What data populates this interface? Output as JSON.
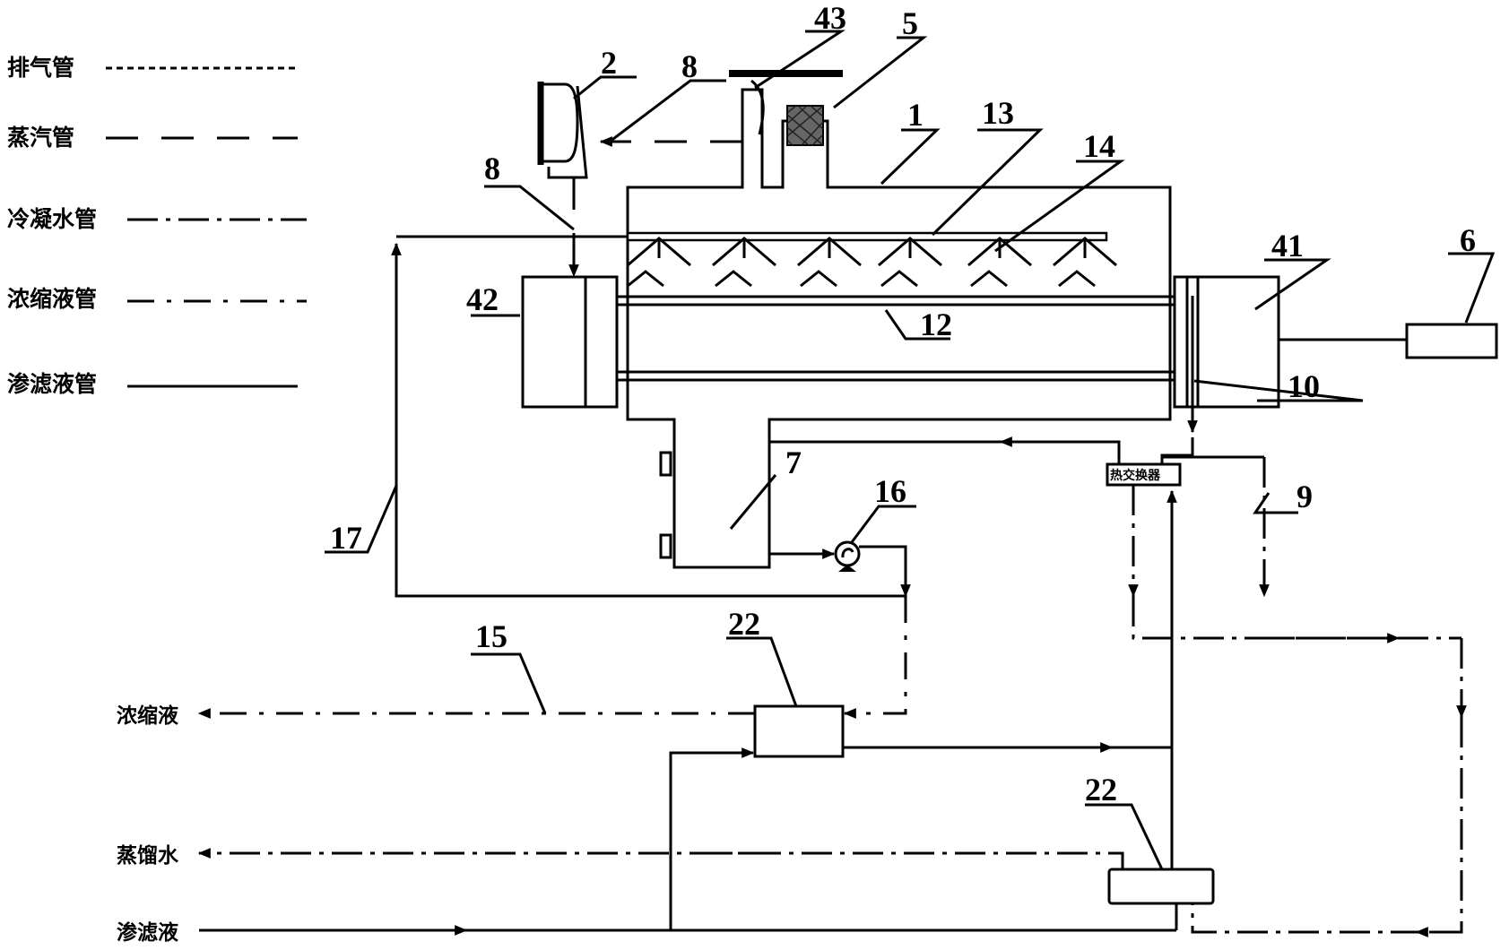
{
  "legend": {
    "exhaust_pipe": "排气管",
    "steam_pipe": "蒸汽管",
    "condensate_pipe": "冷凝水管",
    "concentrate_pipe": "浓缩液管",
    "permeate_pipe": "渗滤液管"
  },
  "streams": {
    "concentrate": "浓缩液",
    "distilled_water": "蒸馏水",
    "leachate": "渗滤液"
  },
  "equipment": {
    "heat_exchanger": "热交换器"
  },
  "callouts": {
    "n1": "1",
    "n2": "2",
    "n5": "5",
    "n6": "6",
    "n7": "7",
    "n8a": "8",
    "n8b": "8",
    "n9": "9",
    "n10": "10",
    "n12": "12",
    "n13": "13",
    "n14": "14",
    "n15": "15",
    "n16": "16",
    "n17": "17",
    "n22a": "22",
    "n22b": "22",
    "n41": "41",
    "n42": "42",
    "n43": "43"
  }
}
